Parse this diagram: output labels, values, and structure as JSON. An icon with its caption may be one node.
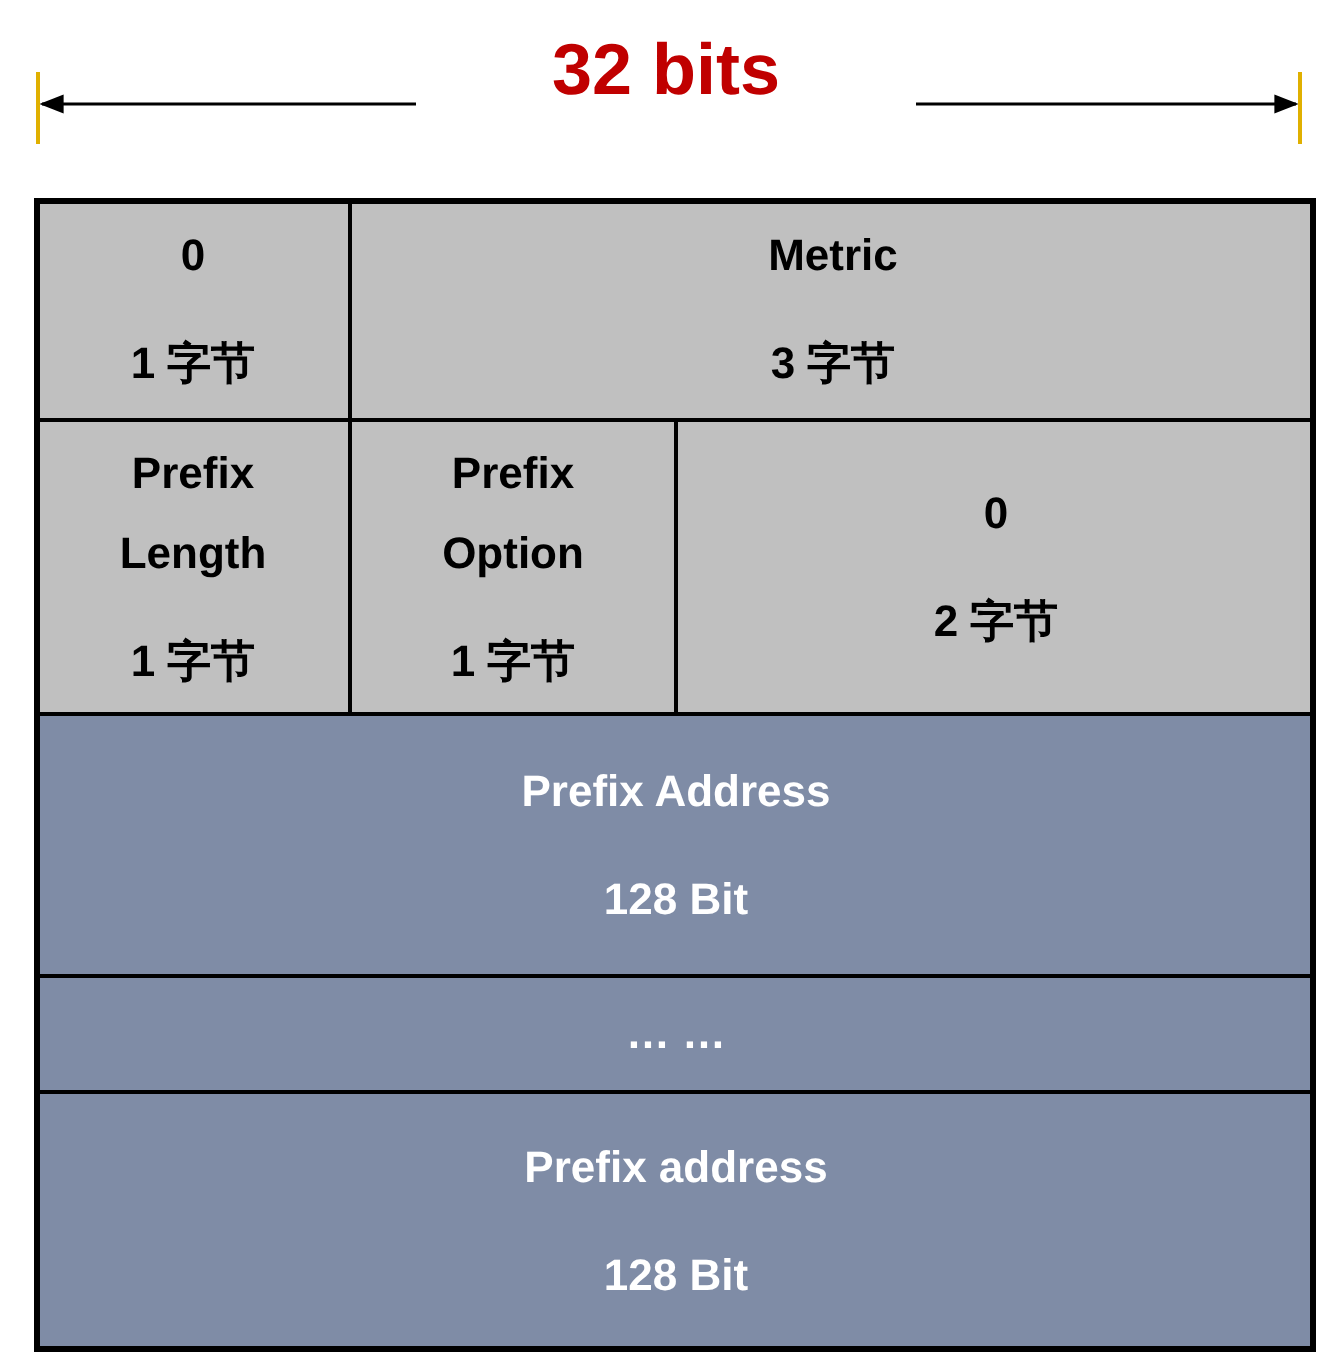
{
  "diagram": {
    "nodes": [
      {
        "text": [
          "0",
          "1 字节"
        ]
      },
      {
        "text": [
          "Metric",
          "3 字节"
        ]
      },
      {
        "text": [
          "Prefix Length",
          "1 字节"
        ]
      },
      {
        "text": [
          "Prefix Option",
          "1 字节"
        ]
      },
      {
        "text": [
          "0",
          "2 字节"
        ]
      },
      {
        "text": [
          "Prefix Address",
          "128 Bit"
        ]
      },
      {
        "text": [
          "… …"
        ]
      },
      {
        "text": [
          "Prefix address",
          "128 Bit"
        ]
      }
    ],
    "labels": [
      "32 bits"
    ]
  }
}
